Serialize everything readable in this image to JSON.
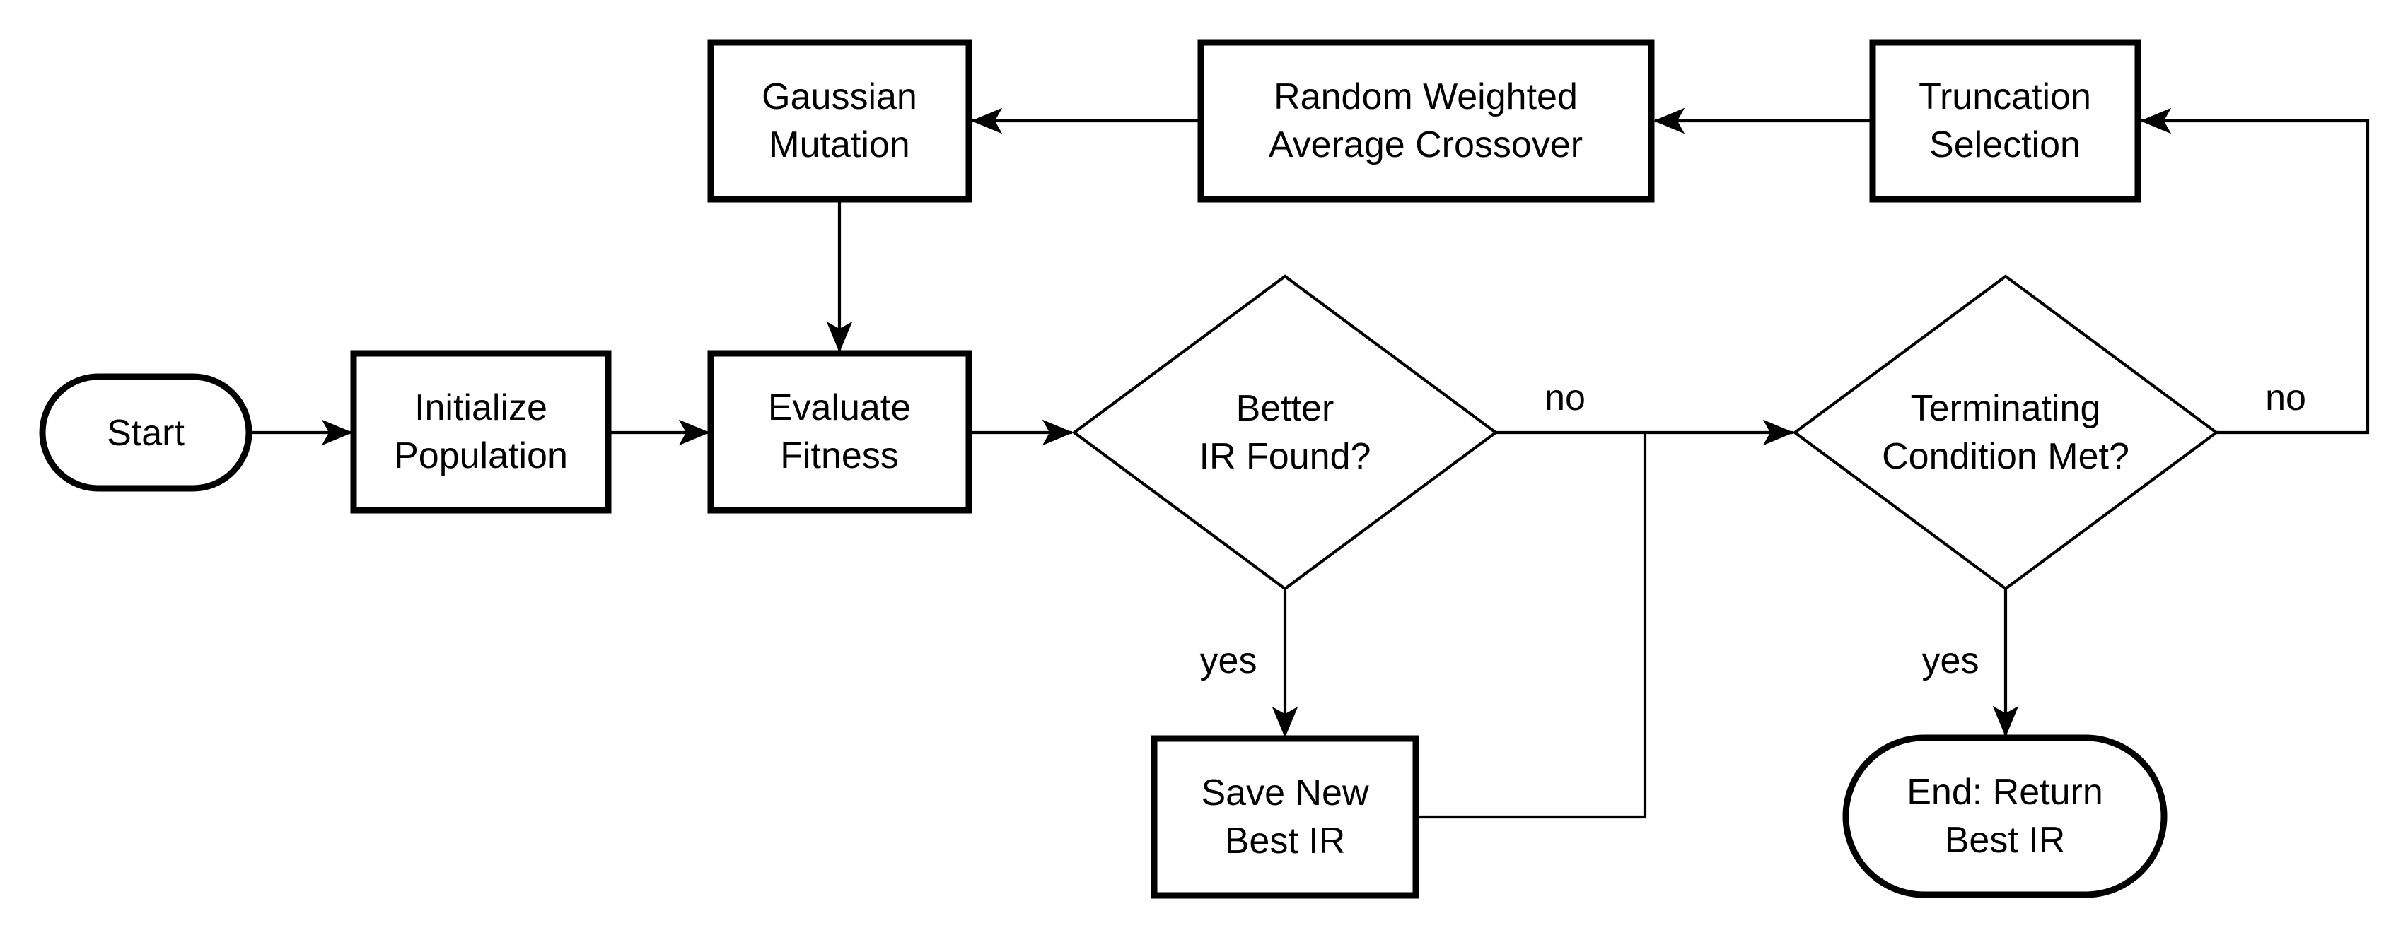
{
  "diagram": {
    "type": "flowchart",
    "background_color": "#ffffff",
    "line_color": "#000000",
    "text_color": "#000000",
    "node_fill": "#ffffff",
    "nodes": {
      "start": {
        "shape": "stadium",
        "lines": [
          "Start"
        ]
      },
      "initialize_population": {
        "shape": "process",
        "lines": [
          "Initialize",
          "Population"
        ]
      },
      "evaluate_fitness": {
        "shape": "process",
        "lines": [
          "Evaluate",
          "Fitness"
        ]
      },
      "gaussian_mutation": {
        "shape": "process",
        "lines": [
          "Gaussian",
          "Mutation"
        ]
      },
      "random_weighted_average_crossover": {
        "shape": "process",
        "lines": [
          "Random Weighted",
          "Average Crossover"
        ]
      },
      "truncation_selection": {
        "shape": "process",
        "lines": [
          "Truncation",
          "Selection"
        ]
      },
      "better_ir_found": {
        "shape": "decision",
        "lines": [
          "Better",
          "IR Found?"
        ]
      },
      "terminating_condition_met": {
        "shape": "decision",
        "lines": [
          "Terminating",
          "Condition Met?"
        ]
      },
      "save_new_best_ir": {
        "shape": "process",
        "lines": [
          "Save New",
          "Best IR"
        ]
      },
      "end_return_best_ir": {
        "shape": "terminator",
        "lines": [
          "End: Return",
          "Best IR"
        ]
      }
    },
    "edge_labels": {
      "better_ir_no": "no",
      "better_ir_yes": "yes",
      "terminating_no": "no",
      "terminating_yes": "yes"
    }
  }
}
